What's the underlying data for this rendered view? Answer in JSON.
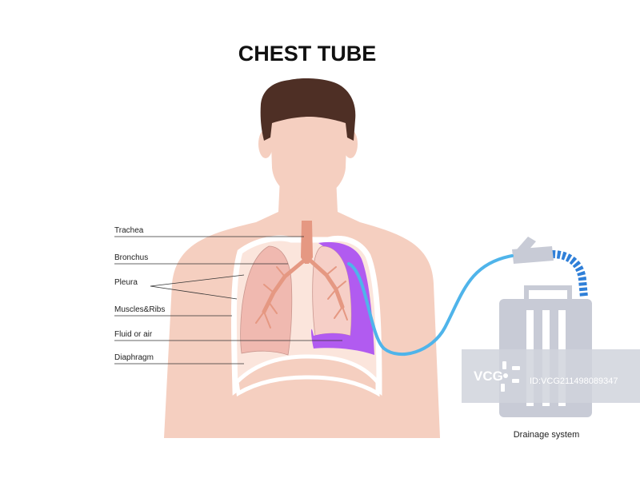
{
  "title": "CHEST TUBE",
  "labels": [
    {
      "id": "trachea",
      "text": "Trachea"
    },
    {
      "id": "bronchus",
      "text": "Bronchus"
    },
    {
      "id": "pleura",
      "text": "Pleura"
    },
    {
      "id": "muscles-ribs",
      "text": "Muscles&Ribs"
    },
    {
      "id": "fluid-or-air",
      "text": "Fluid or air"
    },
    {
      "id": "diaphragm",
      "text": "Diaphragm"
    }
  ],
  "drainage_caption": "Drainage system",
  "watermark": {
    "logo": "VCG",
    "id_text": "ID:VCG211498089347"
  },
  "colors": {
    "skin": "#f5cfc0",
    "hair": "#4e2f25",
    "lung": "#f0b9b0",
    "airway": "#e59882",
    "fluid": "#b15bf0",
    "tube": "#4fb4ea",
    "coil": "#2f7fd8",
    "container": "#c8cbd6",
    "watermark_bg": "#d0d3dc"
  }
}
